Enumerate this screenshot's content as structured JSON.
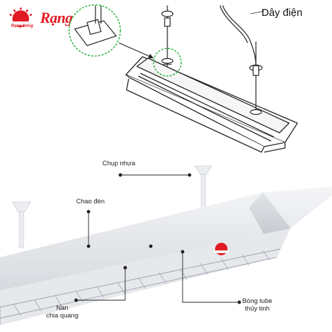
{
  "brand": {
    "name": "Rạng Đông",
    "mark_text": "Rạng Đông",
    "color": "#e21b23"
  },
  "top_diagram": {
    "wire_label": "Dây điện"
  },
  "callouts": {
    "plastic_cover": "Chụp nhựa",
    "reflector": "Chao đèn",
    "louver_line1": "Nan",
    "louver_line2": "chia quang",
    "tube_line1": "Bóng tube",
    "tube_line2": "thủy tinh"
  },
  "colors": {
    "accent_green": "#3ab54a",
    "line": "#222222",
    "fixture": "#e9ebee"
  }
}
